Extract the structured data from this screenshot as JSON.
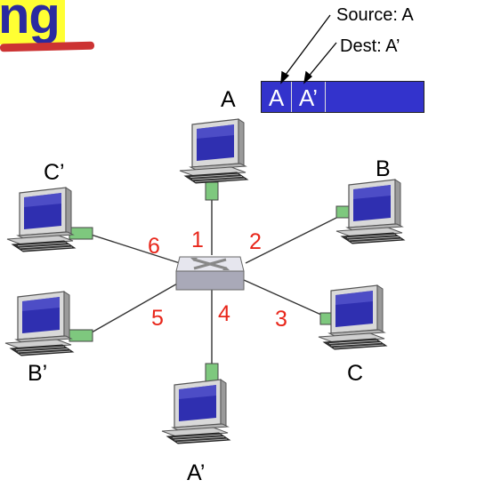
{
  "title_fragment": "ng",
  "frame": {
    "source_label": "Source: A",
    "dest_label": "Dest: A’",
    "source_field": "A",
    "dest_field": "A’"
  },
  "nodes": {
    "A": "A",
    "B": "B",
    "C": "C",
    "A_prime": "A’",
    "B_prime": "B’",
    "C_prime": "C’"
  },
  "ports": {
    "p1": "1",
    "p2": "2",
    "p3": "3",
    "p4": "4",
    "p5": "5",
    "p6": "6"
  },
  "colors": {
    "frame": "#3333cc",
    "port_label": "#e8261a",
    "interface": "#7ec87e"
  }
}
